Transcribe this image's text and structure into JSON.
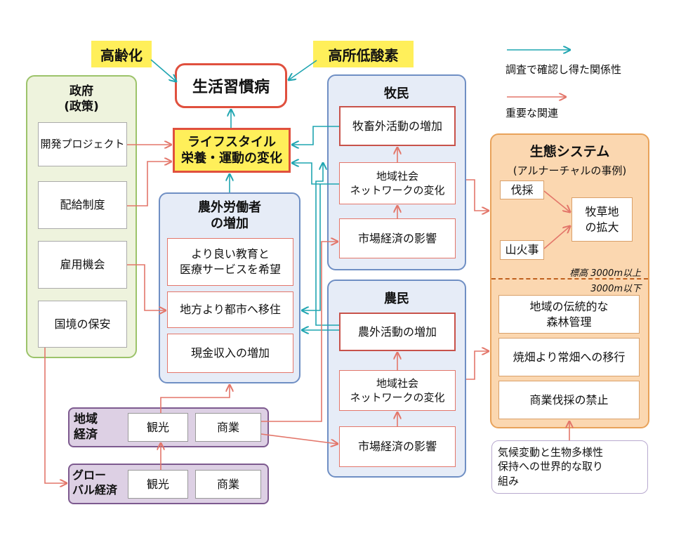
{
  "legend": {
    "observed": "調査で確認し得た関係性",
    "important": "重要な関連"
  },
  "top": {
    "aging": "高齢化",
    "hypoxia": "高所低酸素",
    "lifestyle_disease": "生活習慣病",
    "lifestyle_change": [
      "ライフスタイル",
      "栄養・運動の変化"
    ]
  },
  "government": {
    "title": [
      "政府",
      "(政策)"
    ],
    "items": [
      "開発プロジェクト",
      "配給制度",
      "雇用機会",
      "国境の保安"
    ]
  },
  "workers": {
    "title": [
      "農外労働者",
      "の増加"
    ],
    "items": [
      [
        "より良い教育と",
        "医療サービスを希望"
      ],
      [
        "地方より都市へ移住"
      ],
      [
        "現金収入の増加"
      ]
    ]
  },
  "herders": {
    "title": "牧民",
    "items": [
      [
        "牧畜外活動の増加"
      ],
      [
        "地域社会",
        "ネットワークの変化"
      ],
      [
        "市場経済の影響"
      ]
    ]
  },
  "farmers": {
    "title": "農民",
    "items": [
      [
        "農外活動の増加"
      ],
      [
        "地域社会",
        "ネットワークの変化"
      ],
      [
        "市場経済の影響"
      ]
    ]
  },
  "ecosystem": {
    "title": "生態システム",
    "subtitle": "(アルナーチャルの事例)",
    "logging": "伐採",
    "wildfire": "山火事",
    "pasture": [
      "牧草地",
      "の拡大"
    ],
    "above": "標高 3000m以上",
    "below": "3000m以下",
    "items": [
      [
        "地域の伝統的な",
        "森林管理"
      ],
      [
        "焼畑より常畑への移行"
      ],
      [
        "商業伐採の禁止"
      ]
    ]
  },
  "global_action": [
    "気候変動と生物多様性",
    "保持への世界的な取り",
    "組み"
  ],
  "regional": {
    "title": [
      "地域",
      "経済"
    ],
    "tourism": "観光",
    "commerce": "商業"
  },
  "global": {
    "title": [
      "グロー",
      "バル経済"
    ],
    "tourism": "観光",
    "commerce": "商業"
  },
  "colors": {
    "teal": "#1fa5b1",
    "red": "#e3766a",
    "green_group": "#eef3dd",
    "blue_group": "#e6ecf7",
    "orange_group": "#fbd7b0",
    "purple_group": "#ddd0e4"
  }
}
